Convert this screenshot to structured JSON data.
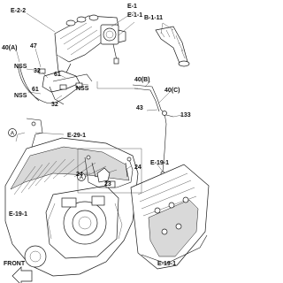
{
  "labels": {
    "e2_2": "E-2-2",
    "e1": "E-1",
    "e1_1": "E-1-1",
    "b1_11": "B-1-11",
    "c40a": "40(A)",
    "c47": "47",
    "nss_top": "NSS",
    "c32_top": "32",
    "c61_top": "61",
    "c61_mid": "61",
    "nss_right": "NSS",
    "nss_left": "NSS",
    "c32_mid": "32",
    "c40b": "40(B)",
    "c40c": "40(C)",
    "c43": "43",
    "c133": "133",
    "circle_a_top": "A",
    "e29_1": "E-29-1",
    "circle_a_bot": "A",
    "c24_left": "24",
    "c24_right": "24",
    "c23": "23",
    "e19_1_right": "E-19-1",
    "e19_1_left": "E-19-1",
    "e19_1_bottom": "E-19-1",
    "front": "FRONT"
  }
}
